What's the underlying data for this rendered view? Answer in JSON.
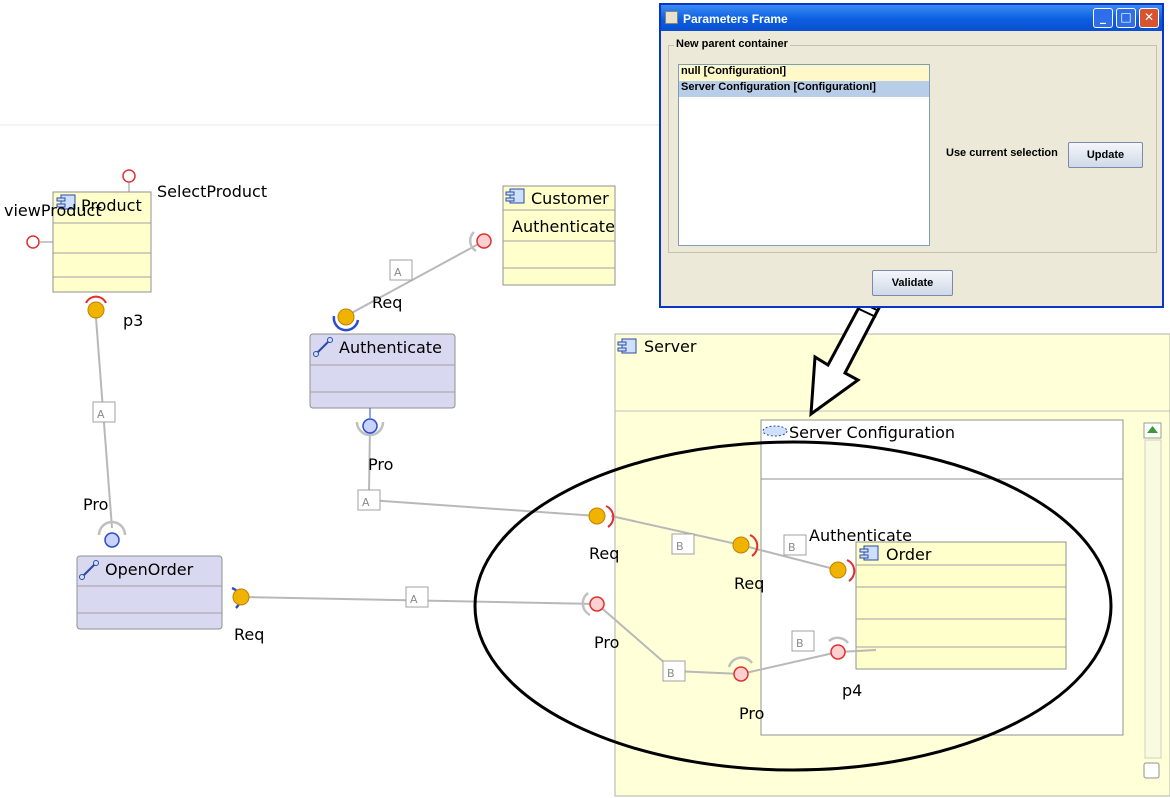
{
  "diagram": {
    "components": {
      "product": "Product",
      "customer": "Customer",
      "customer_method": "Authenticate",
      "authenticate": "Authenticate",
      "open_order": "OpenOrder",
      "server": "Server",
      "server_config": "Server Configuration",
      "order": "Order",
      "order_port_label": "Authenticate"
    },
    "labels": {
      "view_product": "viewProduct",
      "select_product": "SelectProduct",
      "p3": "p3",
      "p4": "p4",
      "req": "Req",
      "pro": "Pro"
    },
    "connector_letters": {
      "a": "A",
      "b": "B"
    }
  },
  "frame": {
    "title": "Parameters Frame",
    "controls": {
      "minimize": "_",
      "maximize": "□",
      "close": "✕"
    },
    "group_title": "New parent container",
    "list_items": [
      "null  [ConfigurationI]",
      "Server Configuration  [ConfigurationI]"
    ],
    "use_current_label": "Use current selection",
    "update_label": "Update",
    "validate_label": "Validate"
  },
  "colors": {
    "component_fill": "#ffffcc",
    "connector_fill": "#d8d8f0",
    "server_fill": "#ffffd8",
    "provided_port": "#f0b400",
    "required_port": "#e03030",
    "blue_port": "#2a4cd0"
  }
}
